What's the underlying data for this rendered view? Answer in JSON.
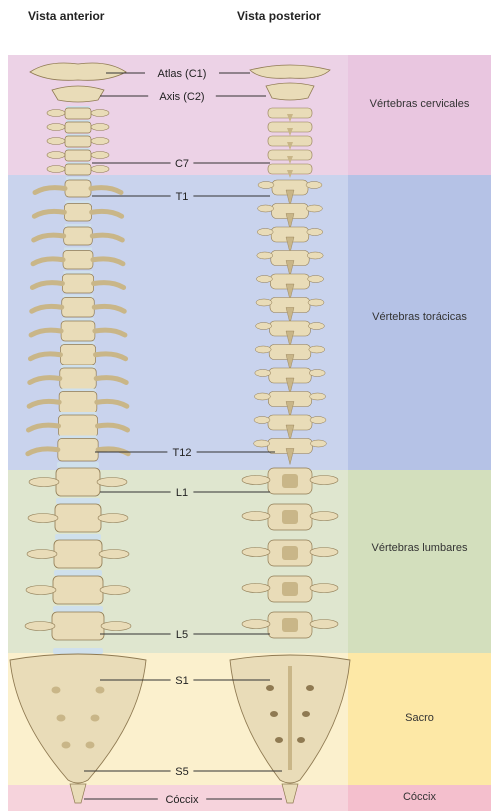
{
  "header": {
    "anterior_title": "Vista anterior",
    "posterior_title": "Vista posterior"
  },
  "regions": [
    {
      "key": "cervical",
      "label": "Vértebras cervicales",
      "color": "#ecd2e6",
      "band_color": "#e9c6e0"
    },
    {
      "key": "thoracic",
      "label": "Vértebras torácicas",
      "color": "#c9d3ed",
      "band_color": "#b5c2e6"
    },
    {
      "key": "lumbar",
      "label": "Vértebras lumbares",
      "color": "#dfe6cf",
      "band_color": "#d3dfbd"
    },
    {
      "key": "sacrum",
      "label": "Sacro",
      "color": "#fbf0cd",
      "band_color": "#fde8a6"
    },
    {
      "key": "coccyx",
      "label": "Cóccix",
      "color": "#f6d3dc",
      "band_color": "#f4bfcd"
    }
  ],
  "vertebra_labels": [
    "Atlas (C1)",
    "Axis (C2)",
    "C7",
    "T1",
    "T12",
    "L1",
    "L5",
    "S1",
    "S5",
    "Cóccix"
  ],
  "colors": {
    "bone": "#e9dcb8",
    "bone_shadow": "#c9b688",
    "bone_outline": "#8f7a52",
    "disc": "#cfe0ec",
    "label_line": "#333333"
  }
}
